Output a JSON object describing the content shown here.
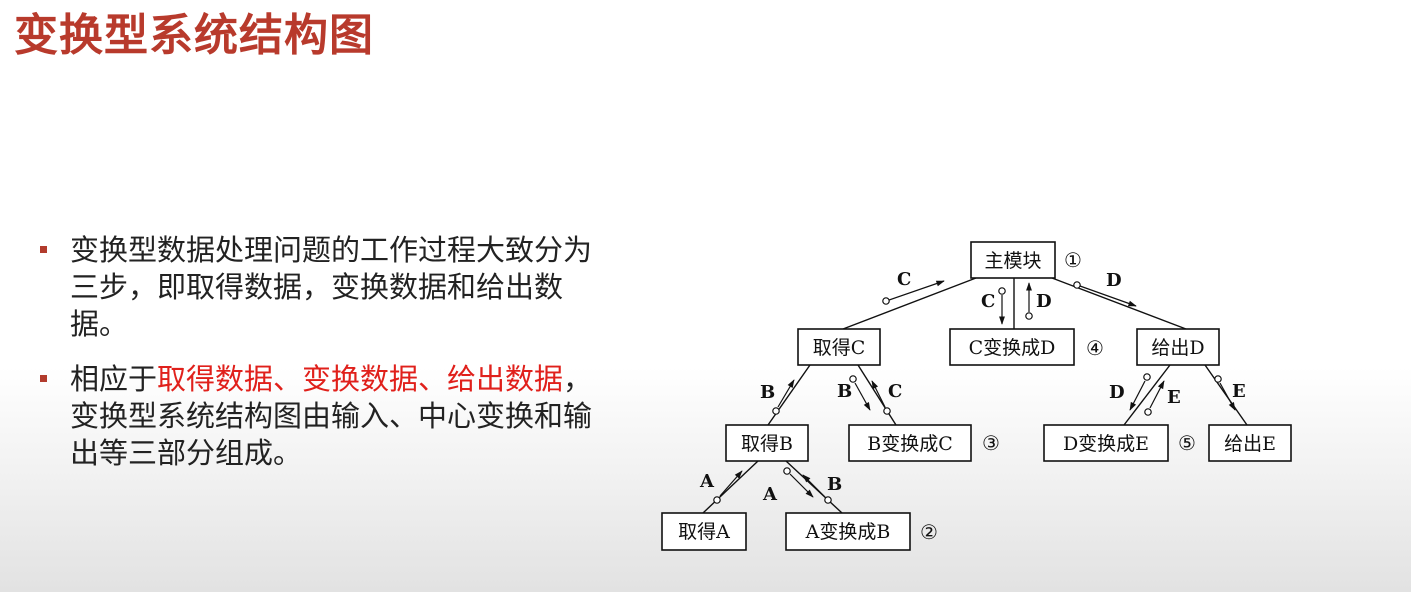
{
  "slide": {
    "title": "变换型系统结构图",
    "accent_color": "#b83a2c",
    "highlight_color": "#e0201b",
    "bullets": [
      {
        "text": "变换型数据处理问题的工作过程大致分为三步，即取得数据，变换数据和给出数据。"
      },
      {
        "before": "相应于",
        "highlight": "取得数据、变换数据、给出数据",
        "after": "，变换型系统结构图由输入、中心变换和输出等三部分组成。"
      }
    ]
  },
  "diagram": {
    "nodes": {
      "main": "主模块",
      "get_c": "取得C",
      "c_to_d": "C变换成D",
      "give_d": "给出D",
      "get_b": "取得B",
      "b_to_c": "B变换成C",
      "d_to_e": "D变换成E",
      "give_e": "给出E",
      "get_a": "取得A",
      "a_to_b": "A变换成B"
    },
    "step_numbers": {
      "main": "①",
      "a_to_b": "②",
      "b_to_c": "③",
      "c_to_d": "④",
      "d_to_e": "⑤"
    },
    "flow_labels": {
      "main_getc": "C",
      "main_ctod_down": "C",
      "main_ctod_up": "D",
      "main_gived": "D",
      "getc_getb": "B",
      "getc_btoc_in": "B",
      "getc_btoc_out": "C",
      "gived_dtoe_in": "D",
      "gived_dtoe_out": "E",
      "gived_givee": "E",
      "getb_geta": "A",
      "getb_atob_in": "A",
      "getb_atob_out": "B"
    }
  }
}
